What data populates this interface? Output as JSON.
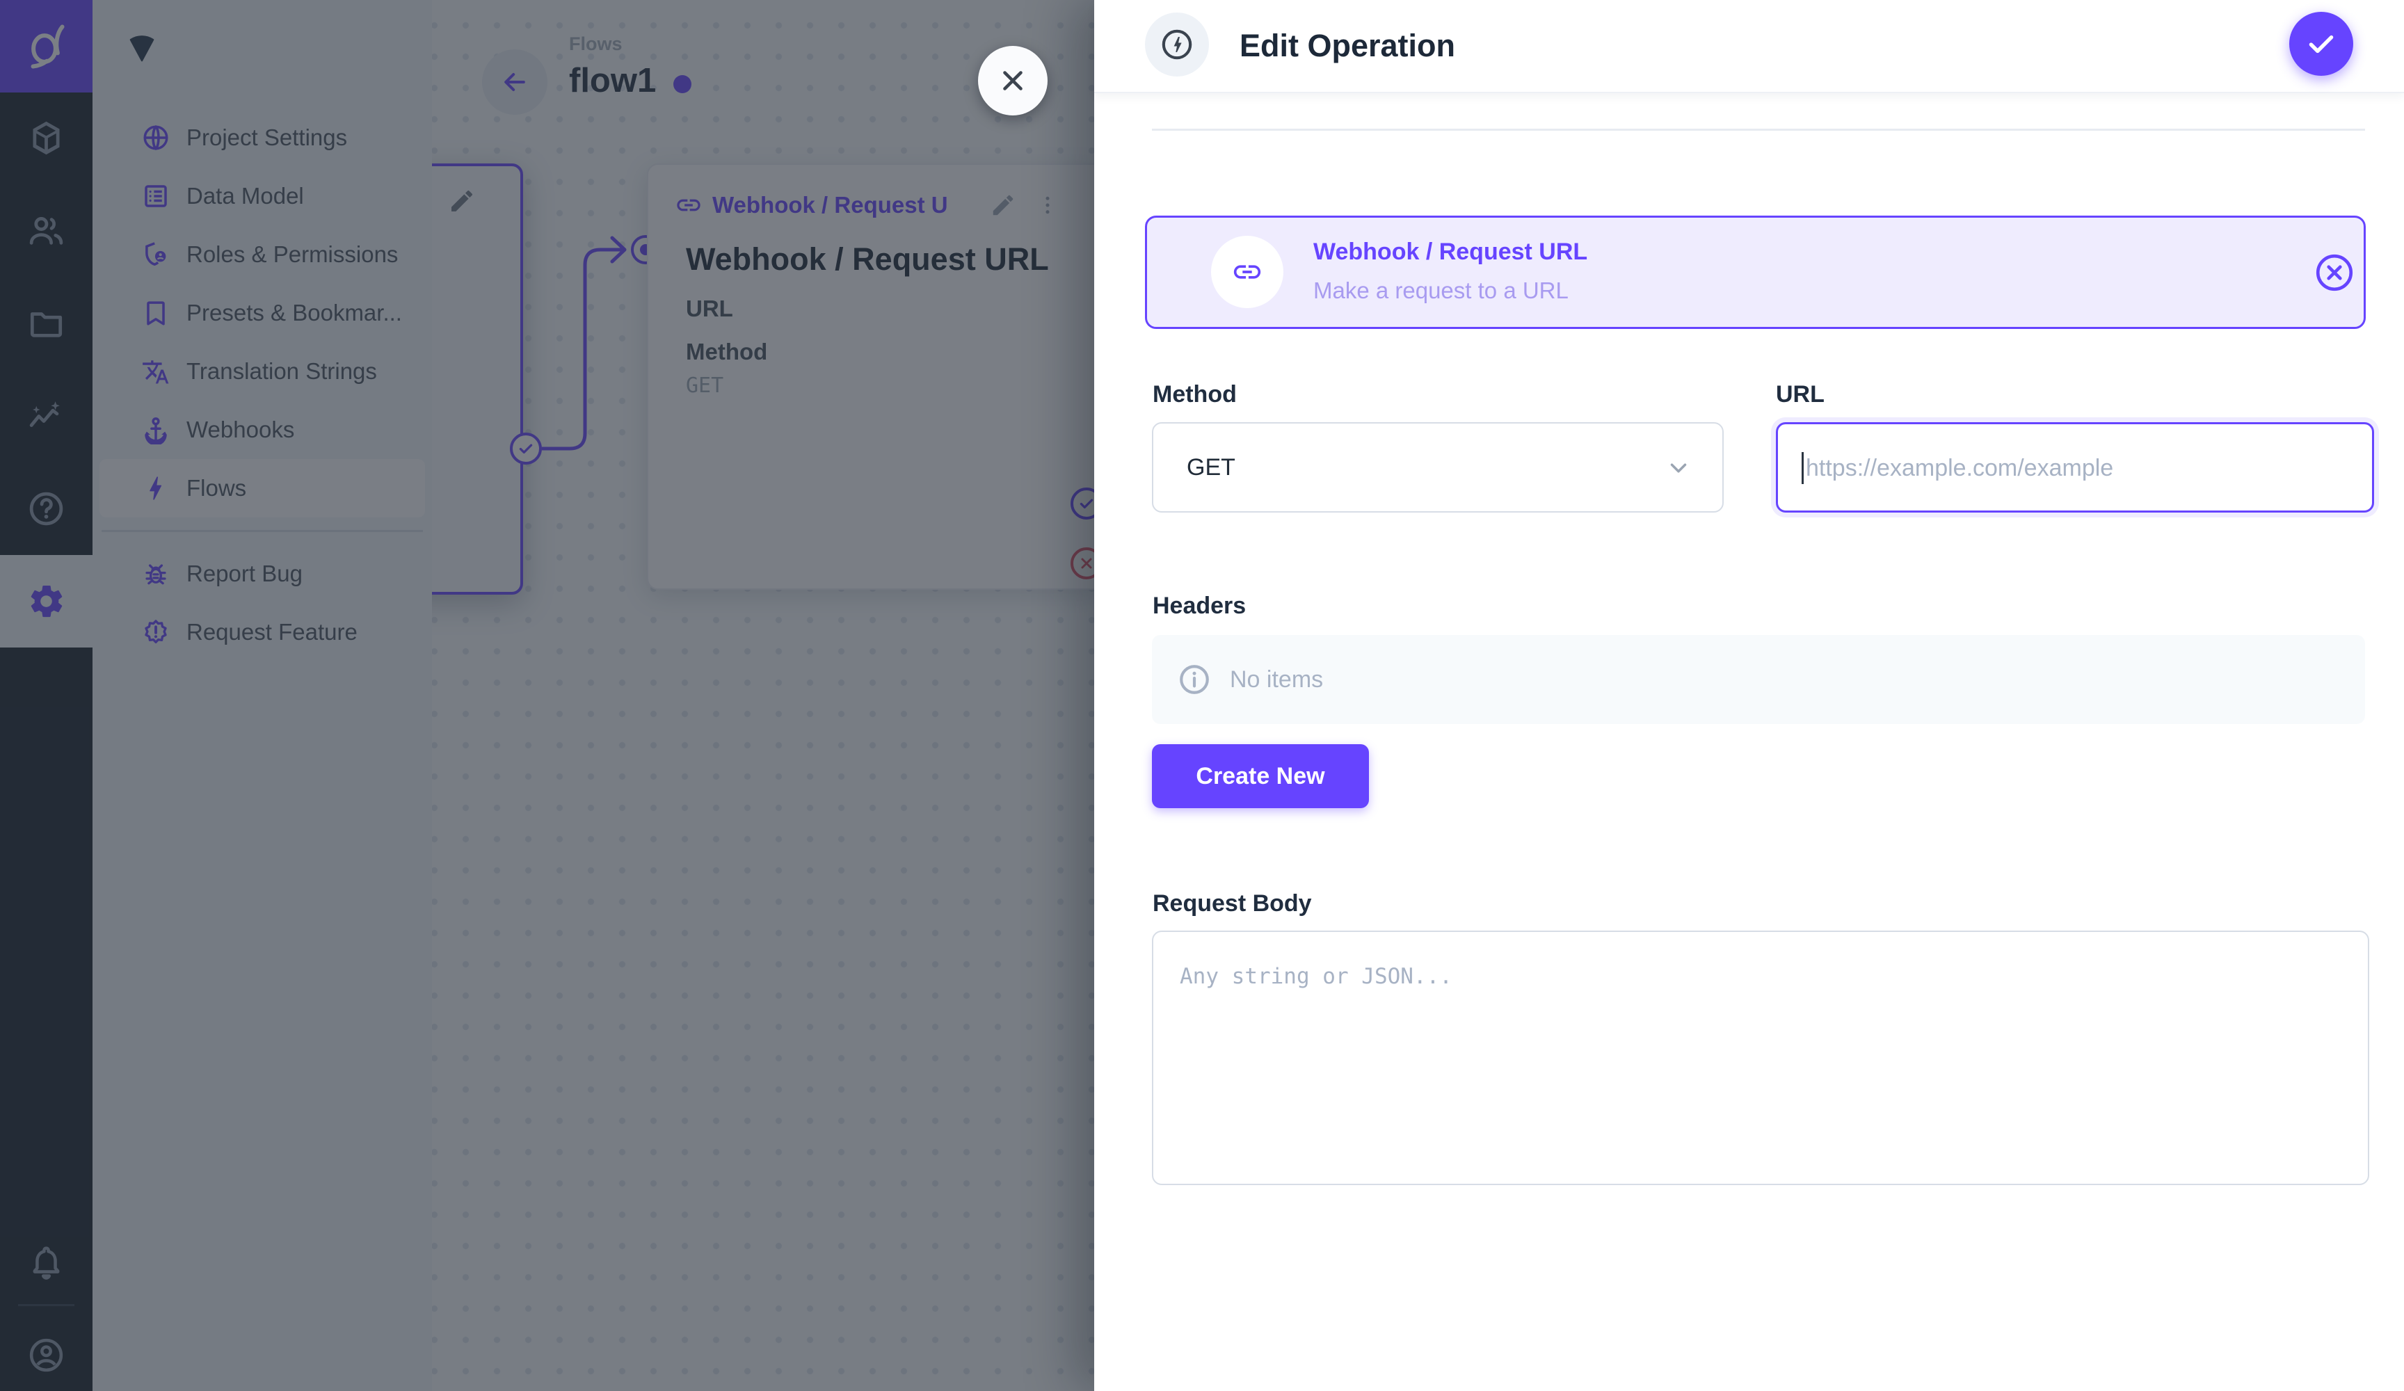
{
  "module_bar": {
    "icons": [
      "directus-logo",
      "collections-icon",
      "user-directory-icon",
      "file-library-icon",
      "insights-icon",
      "help-icon",
      "settings-icon",
      "notifications-bell-icon",
      "account-icon"
    ]
  },
  "nav": {
    "items": [
      {
        "label": "Project Settings",
        "icon": "globe-icon"
      },
      {
        "label": "Data Model",
        "icon": "list-icon"
      },
      {
        "label": "Roles & Permissions",
        "icon": "shield-person-icon"
      },
      {
        "label": "Presets & Bookmar...",
        "icon": "bookmark-icon"
      },
      {
        "label": "Translation Strings",
        "icon": "translate-icon"
      },
      {
        "label": "Webhooks",
        "icon": "anchor-icon"
      },
      {
        "label": "Flows",
        "icon": "bolt-icon",
        "active": true
      },
      {
        "label": "Report Bug",
        "icon": "bug-icon"
      },
      {
        "label": "Request Feature",
        "icon": "new-releases-icon"
      }
    ]
  },
  "canvas": {
    "breadcrumb": "Flows",
    "flow_title": "flow1",
    "operation_card": {
      "type_label": "Webhook / Request U",
      "title": "Webhook / Request URL",
      "url_label": "URL",
      "method_label": "Method",
      "method_value": "GET"
    }
  },
  "drawer": {
    "title": "Edit Operation",
    "operation": {
      "name": "Webhook / Request URL",
      "description": "Make a request to a URL"
    },
    "method": {
      "label": "Method",
      "value": "GET"
    },
    "url": {
      "label": "URL",
      "placeholder": "https://example.com/example"
    },
    "headers": {
      "label": "Headers",
      "empty_text": "No items"
    },
    "create_new_label": "Create New",
    "request_body": {
      "label": "Request Body",
      "placeholder": "Any string or JSON..."
    }
  },
  "colors": {
    "accent": "#6644FF",
    "danger": "#E35169",
    "header_text": "#1D2939",
    "overlay": "rgba(42,48,58,0.62)"
  }
}
